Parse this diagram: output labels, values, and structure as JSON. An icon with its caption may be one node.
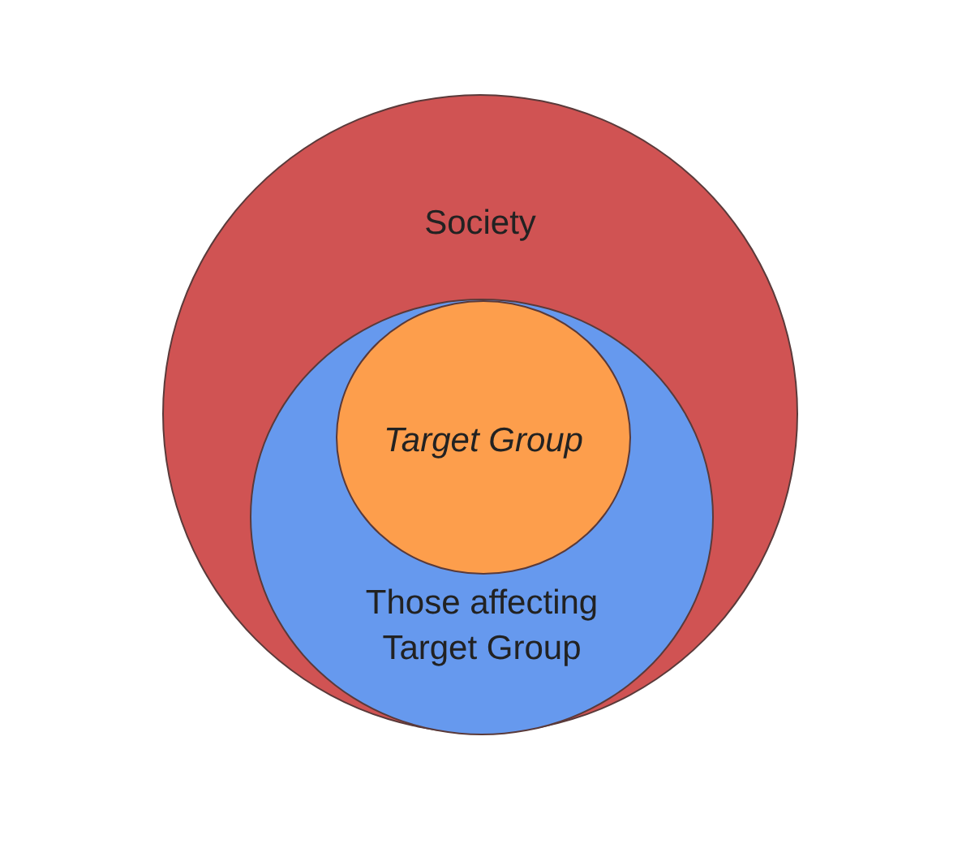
{
  "diagram": {
    "nodes": [
      {
        "text": [
          "Society"
        ]
      },
      {
        "text": [
          "Those affecting Target Group"
        ],
        "in": 0
      },
      {
        "text": [
          "Target Group"
        ],
        "in": 1
      }
    ]
  }
}
